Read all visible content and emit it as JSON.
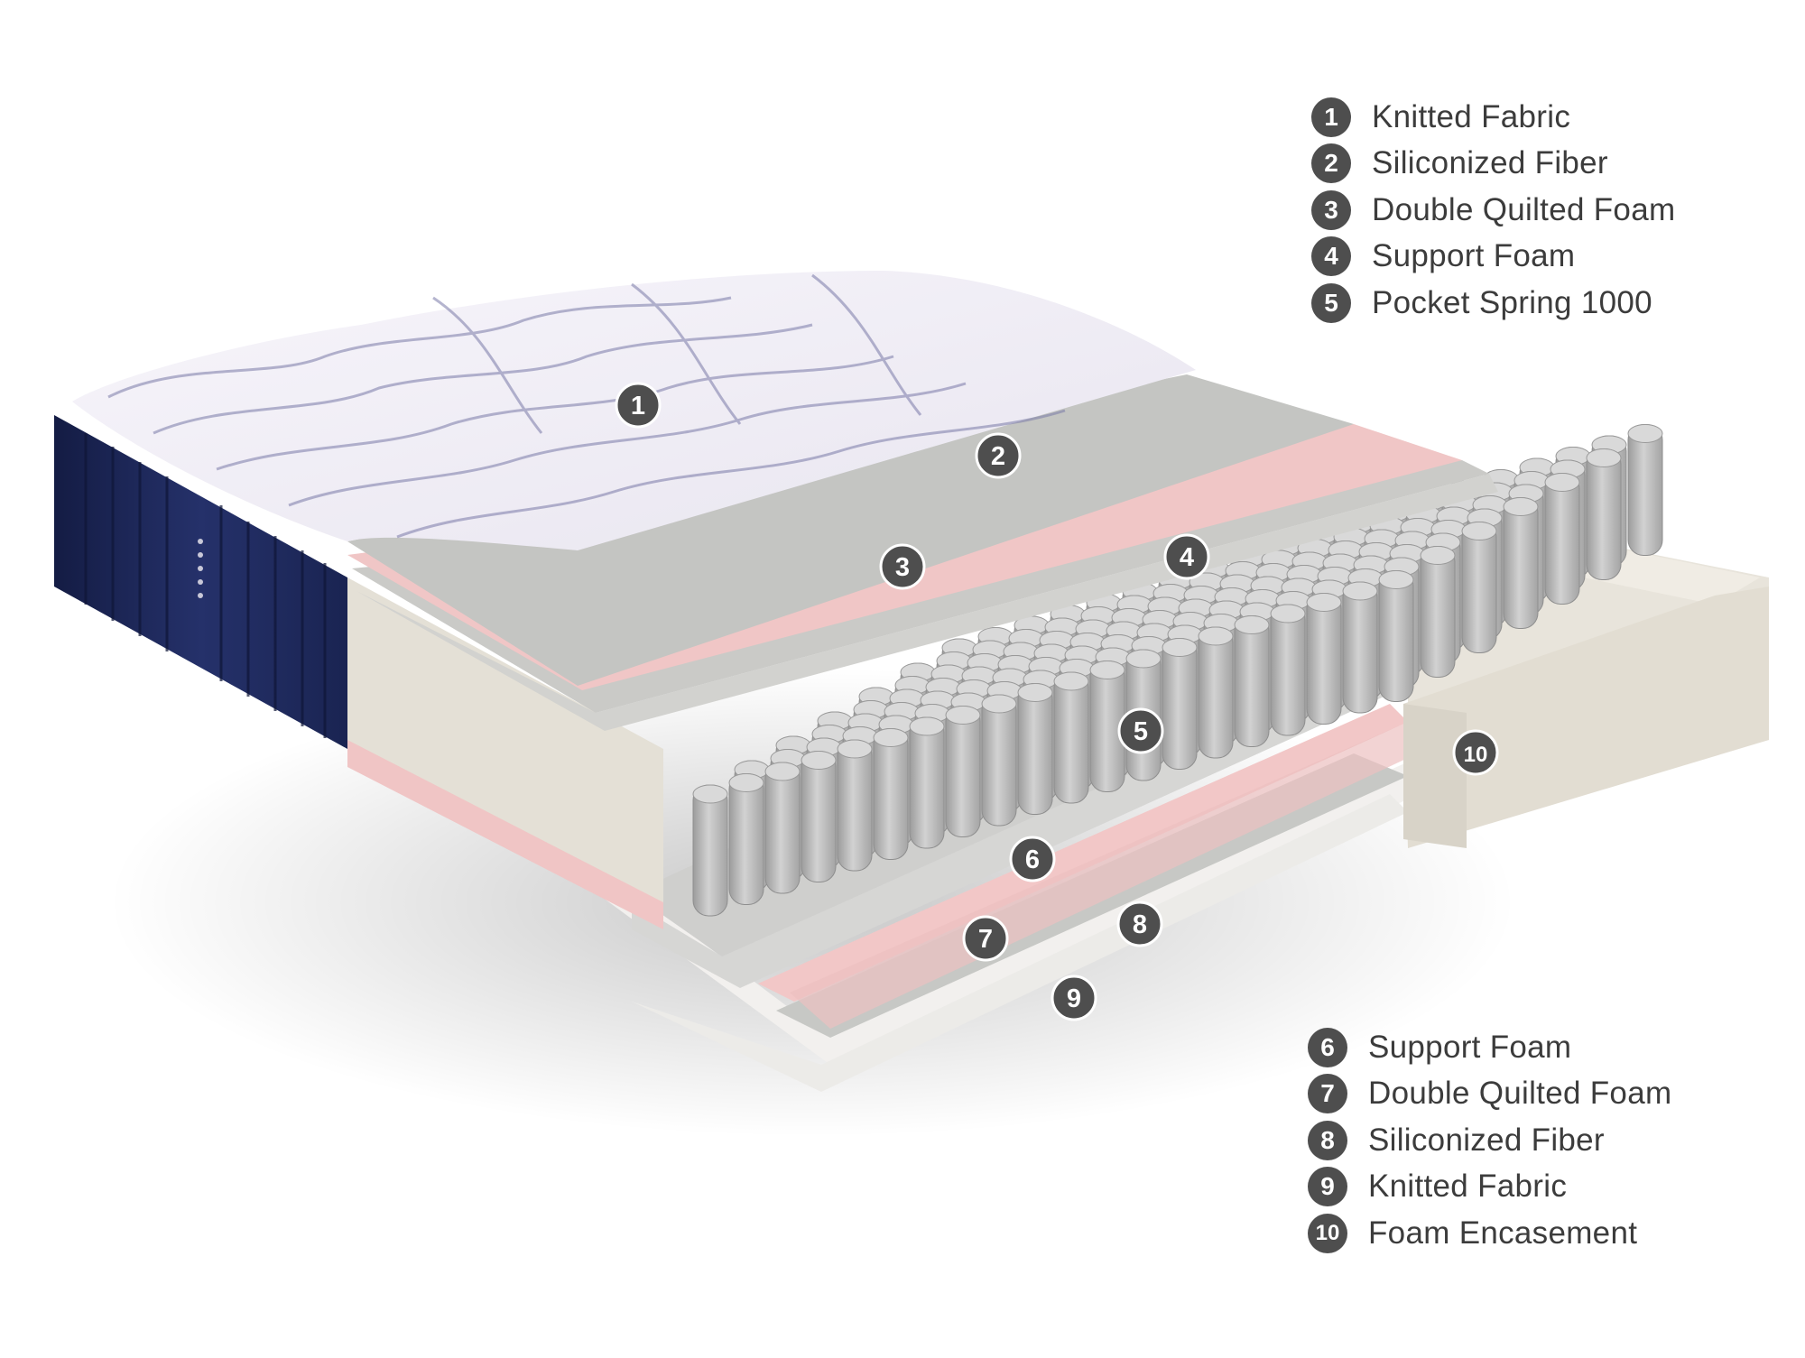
{
  "legend_top": [
    {
      "num": "1",
      "label": "Knitted Fabric"
    },
    {
      "num": "2",
      "label": "Siliconized Fiber"
    },
    {
      "num": "3",
      "label": "Double Quilted Foam"
    },
    {
      "num": "4",
      "label": "Support Foam"
    },
    {
      "num": "5",
      "label": "Pocket Spring 1000"
    }
  ],
  "legend_bottom": [
    {
      "num": "6",
      "label": "Support Foam"
    },
    {
      "num": "7",
      "label": "Double Quilted Foam"
    },
    {
      "num": "8",
      "label": "Siliconized Fiber"
    },
    {
      "num": "9",
      "label": "Knitted Fabric"
    },
    {
      "num": "10",
      "label": "Foam Encasement"
    }
  ],
  "markers": [
    "1",
    "2",
    "3",
    "4",
    "5",
    "6",
    "7",
    "8",
    "9",
    "10"
  ],
  "colors": {
    "marker": "#4e4e4e",
    "navy_border": "#1e2a5a",
    "fabric": "#f1eff6",
    "fiber": "#c6c7c4",
    "quilted_foam": "#f0cbcb",
    "support_foam": "#d4d4d2",
    "foam_encasement": "#e6e2d9",
    "springs": "#bdbdbd"
  }
}
